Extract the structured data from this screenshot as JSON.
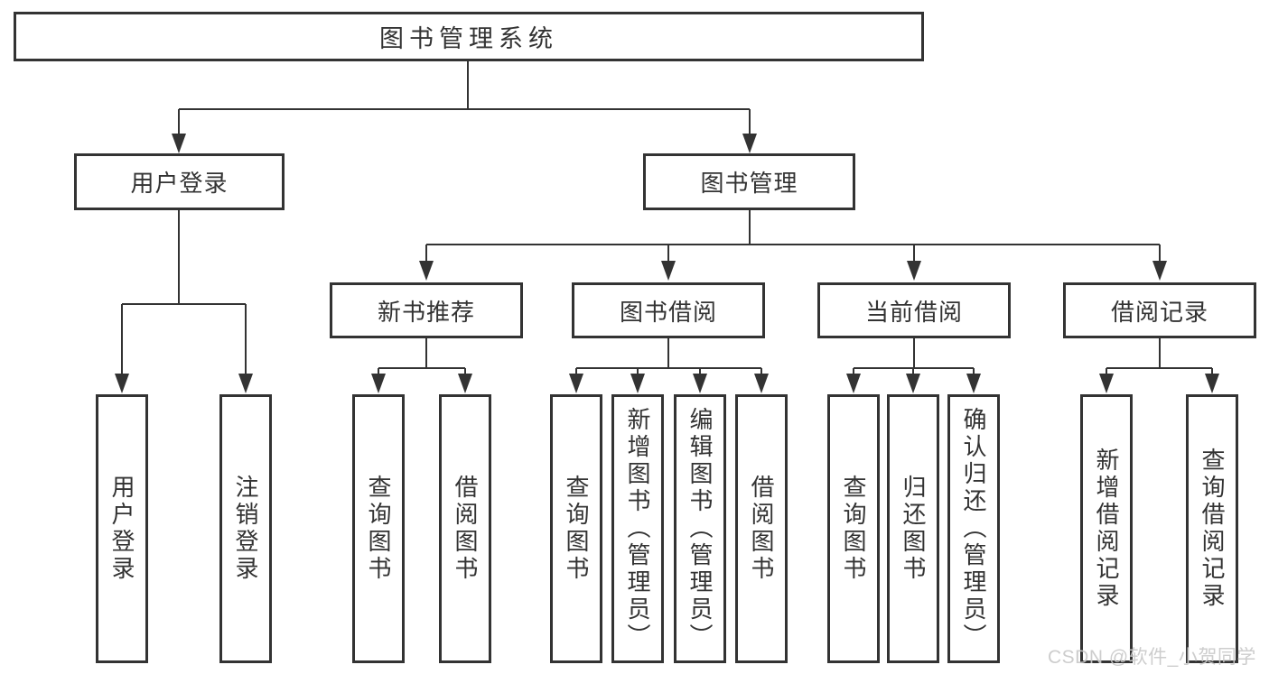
{
  "diagram": {
    "root": {
      "label": "图书管理系统"
    },
    "level2": [
      {
        "label": "用户登录"
      },
      {
        "label": "图书管理"
      }
    ],
    "level3": [
      {
        "label": "新书推荐"
      },
      {
        "label": "图书借阅"
      },
      {
        "label": "当前借阅"
      },
      {
        "label": "借阅记录"
      }
    ],
    "leaves": {
      "user": [
        "用户登录",
        "注销登录"
      ],
      "recommend": [
        "查询图书",
        "借阅图书"
      ],
      "borrow": [
        "查询图书",
        "新增图书（管理员）",
        "编辑图书（管理员）",
        "借阅图书"
      ],
      "current": [
        "查询图书",
        "归还图书",
        "确认归还（管理员）"
      ],
      "records": [
        "新增借阅记录",
        "查询借阅记录"
      ]
    }
  },
  "watermark": {
    "text": "CSDN @软件_小贺同学"
  },
  "colors": {
    "line": "#333333",
    "background": "#ffffff",
    "watermark": "#c9c9c9"
  }
}
